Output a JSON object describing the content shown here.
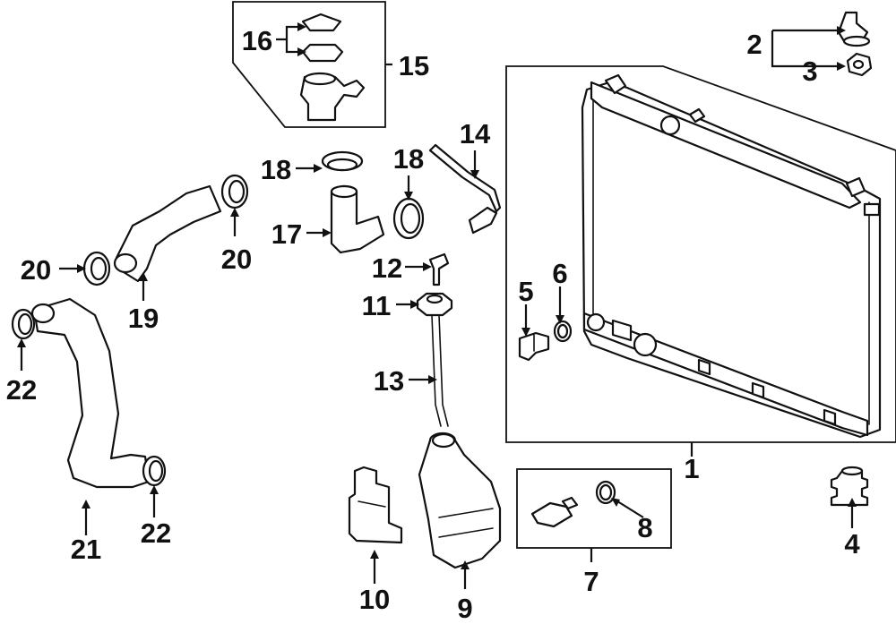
{
  "diagram": {
    "callouts": [
      {
        "id": "c1",
        "text": "1"
      },
      {
        "id": "c2",
        "text": "2"
      },
      {
        "id": "c3",
        "text": "3"
      },
      {
        "id": "c4",
        "text": "4"
      },
      {
        "id": "c5",
        "text": "5"
      },
      {
        "id": "c6",
        "text": "6"
      },
      {
        "id": "c7",
        "text": "7"
      },
      {
        "id": "c8",
        "text": "8"
      },
      {
        "id": "c9",
        "text": "9"
      },
      {
        "id": "c10",
        "text": "10"
      },
      {
        "id": "c11",
        "text": "11"
      },
      {
        "id": "c12",
        "text": "12"
      },
      {
        "id": "c13",
        "text": "13"
      },
      {
        "id": "c14",
        "text": "14"
      },
      {
        "id": "c15",
        "text": "15"
      },
      {
        "id": "c16",
        "text": "16"
      },
      {
        "id": "c17",
        "text": "17"
      },
      {
        "id": "c18a",
        "text": "18"
      },
      {
        "id": "c18b",
        "text": "18"
      },
      {
        "id": "c19",
        "text": "19"
      },
      {
        "id": "c20a",
        "text": "20"
      },
      {
        "id": "c20b",
        "text": "20"
      },
      {
        "id": "c21",
        "text": "21"
      },
      {
        "id": "c22a",
        "text": "22"
      },
      {
        "id": "c22b",
        "text": "22"
      }
    ]
  }
}
